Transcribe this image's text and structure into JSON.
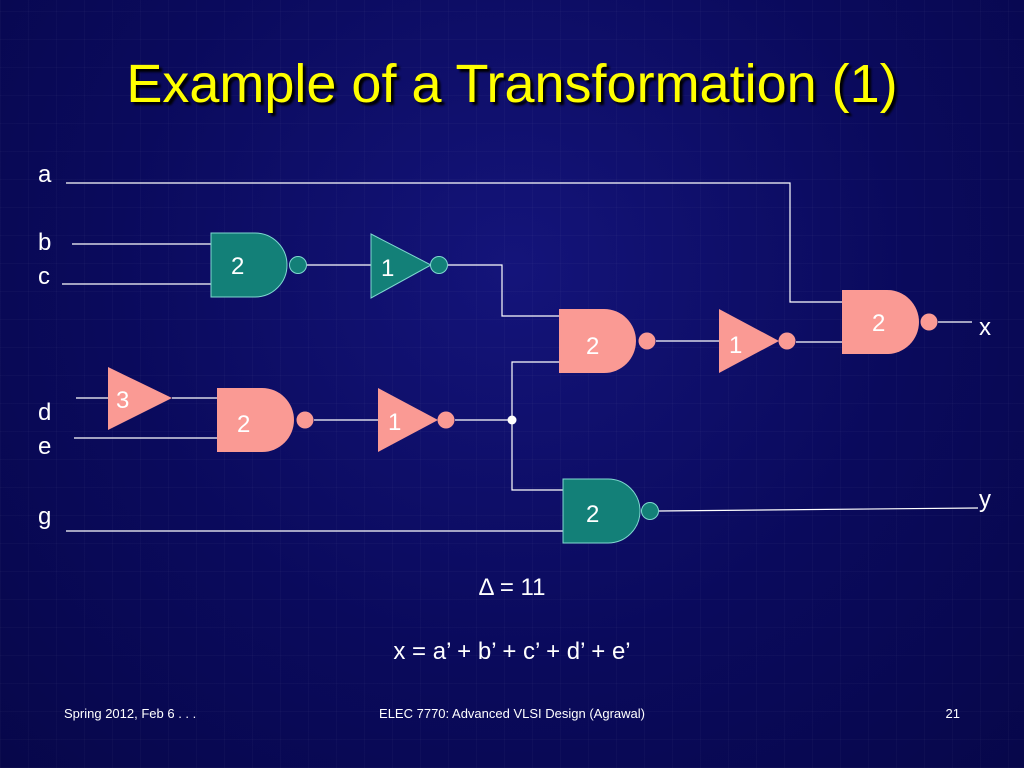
{
  "slide": {
    "title": "Example of a Transformation (1)",
    "delta_text": "Δ = 11",
    "formula_text": "x = a’ + b’ + c’ + d’ + e’"
  },
  "signals": {
    "a": "a",
    "b": "b",
    "c": "c",
    "d": "d",
    "e": "e",
    "g": "g",
    "x": "x",
    "y": "y"
  },
  "gates": {
    "nand_bc": "2",
    "inv_bc": "1",
    "buf_d": "3",
    "nand_de": "2",
    "inv_de": "1",
    "nand_mid": "2",
    "inv_mid": "1",
    "nand_x": "2",
    "nand_y": "2"
  },
  "colors": {
    "teal": "#138078",
    "pink": "#fa9a94",
    "wire": "#ffffff",
    "title": "#ffff00"
  },
  "footer": {
    "left": "Spring 2012, Feb 6 . . .",
    "center": "ELEC 7770: Advanced VLSI Design (Agrawal)",
    "page": "21"
  }
}
